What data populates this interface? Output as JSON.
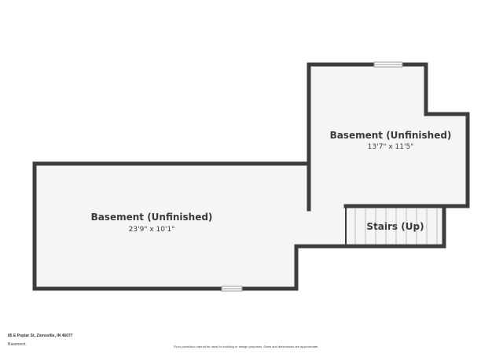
{
  "rooms": {
    "basement_main": {
      "name": "Basement (Unfinished)",
      "dimensions": "23'9\" x 10'1\""
    },
    "basement_upper": {
      "name": "Basement (Unfinished)",
      "dimensions": "13'7\" x 11'5\""
    },
    "stairs": {
      "name": "Stairs (Up)"
    }
  },
  "footer": {
    "address": "85 E Poplar St, Zionsville, IN 46077",
    "level": "Basement",
    "disclaimer": "Floor plans/tour cannot be used for building or design purposes. Sizes and dimensions are approximate."
  },
  "colors": {
    "wall": "#3d3d3d",
    "floor": "#f5f5f5",
    "background": "#ffffff"
  }
}
